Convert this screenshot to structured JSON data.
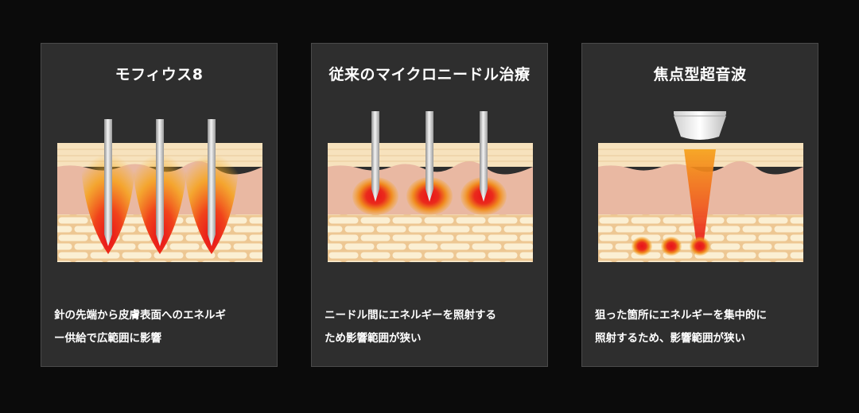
{
  "panels": [
    {
      "title": "モフィウス8",
      "description_lines": [
        "針の先端から皮膚表面へのエネルギ",
        "ー供給で広範囲に影響"
      ]
    },
    {
      "title": "従来のマイクロニードル治療",
      "description_lines": [
        "ニードル間にエネルギーを照射する",
        "ため影響範囲が狭い"
      ]
    },
    {
      "title": "焦点型超音波",
      "description_lines": [
        "狙った箇所にエネルギーを集中的に",
        "照射するため、影響範囲が狭い"
      ]
    }
  ],
  "colors": {
    "background": "#0b0b0b",
    "panel": "#2e2e2e",
    "panel_border": "#4a4a4a",
    "epidermis": "#f7e2bd",
    "dermis": "#e9b8a2",
    "fat_mortar": "#edc793",
    "fat_cell": "#fbefd3",
    "energy_core": "#e8121a",
    "energy_outer": "#f6a21b"
  },
  "icons": [
    "needle-icon",
    "ultrasound-probe-icon"
  ]
}
